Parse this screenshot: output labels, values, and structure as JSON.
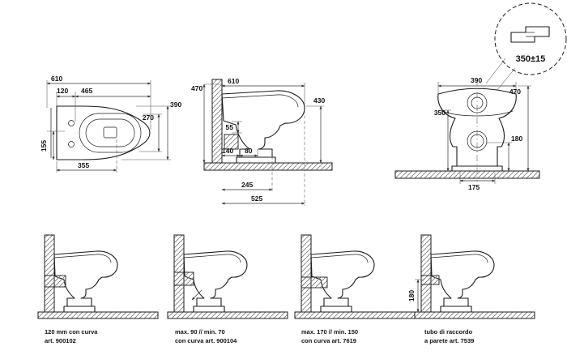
{
  "detail_bubble": {
    "dimension": "350±15"
  },
  "plan_view": {
    "d610": "610",
    "d120": "120",
    "d465": "465",
    "d270": "270",
    "d390": "390",
    "d155": "155",
    "d355": "355"
  },
  "side_view": {
    "d610": "610",
    "d470": "470",
    "d430": "430",
    "d55": "55",
    "d140": "140",
    "d80": "80",
    "d245": "245",
    "d525": "525"
  },
  "front_view": {
    "d390": "390",
    "d470": "470",
    "d350": "350",
    "d180": "180",
    "d175": "175"
  },
  "installation_options": [
    {
      "caption_line1": "120 mm con curva",
      "caption_line2": "art. 900102"
    },
    {
      "caption_line1": "max. 90 // min. 70",
      "caption_line2": "con curva art. 900104"
    },
    {
      "caption_line1": "max. 170 // min. 150",
      "caption_line2": "con curva art. 7619"
    },
    {
      "caption_line1": "tubo di raccordo",
      "caption_line2": "a parete art. 7539",
      "wall_height": "180"
    }
  ]
}
